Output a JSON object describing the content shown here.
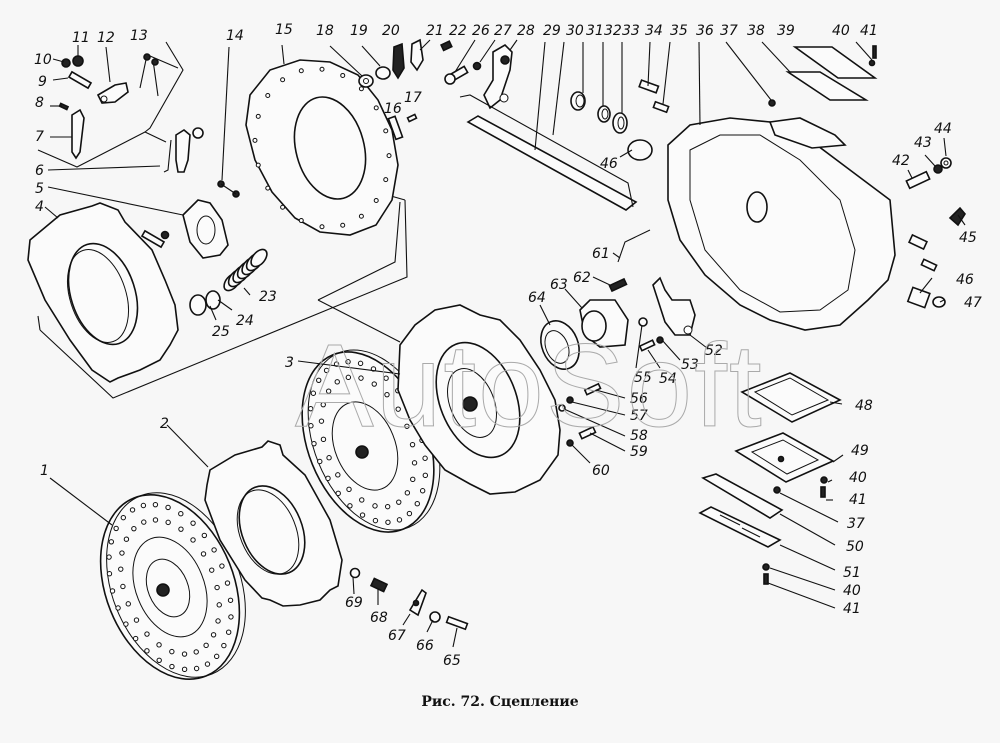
{
  "figure": {
    "caption": "Рис. 72. Сцепление",
    "watermark": "AutoSoft"
  },
  "callouts": [
    {
      "id": "1",
      "text": "1"
    },
    {
      "id": "2",
      "text": "2"
    },
    {
      "id": "3",
      "text": "3"
    },
    {
      "id": "4",
      "text": "4"
    },
    {
      "id": "5",
      "text": "5"
    },
    {
      "id": "6",
      "text": "6"
    },
    {
      "id": "7",
      "text": "7"
    },
    {
      "id": "8",
      "text": "8"
    },
    {
      "id": "9",
      "text": "9"
    },
    {
      "id": "10",
      "text": "10"
    },
    {
      "id": "11",
      "text": "11"
    },
    {
      "id": "12",
      "text": "12"
    },
    {
      "id": "13",
      "text": "13"
    },
    {
      "id": "14",
      "text": "14"
    },
    {
      "id": "15",
      "text": "15"
    },
    {
      "id": "16",
      "text": "16"
    },
    {
      "id": "17",
      "text": "17"
    },
    {
      "id": "18",
      "text": "18"
    },
    {
      "id": "19",
      "text": "19"
    },
    {
      "id": "20",
      "text": "20"
    },
    {
      "id": "21",
      "text": "21"
    },
    {
      "id": "22",
      "text": "22"
    },
    {
      "id": "23",
      "text": "23"
    },
    {
      "id": "24",
      "text": "24"
    },
    {
      "id": "25",
      "text": "25"
    },
    {
      "id": "26",
      "text": "26"
    },
    {
      "id": "27",
      "text": "27"
    },
    {
      "id": "28",
      "text": "28"
    },
    {
      "id": "29",
      "text": "29"
    },
    {
      "id": "30",
      "text": "30"
    },
    {
      "id": "31",
      "text": "31"
    },
    {
      "id": "32",
      "text": "32"
    },
    {
      "id": "33",
      "text": "33"
    },
    {
      "id": "34",
      "text": "34"
    },
    {
      "id": "35",
      "text": "35"
    },
    {
      "id": "36",
      "text": "36"
    },
    {
      "id": "37",
      "text": "37"
    },
    {
      "id": "38",
      "text": "38"
    },
    {
      "id": "39",
      "text": "39"
    },
    {
      "id": "40",
      "text": "40"
    },
    {
      "id": "41",
      "text": "41"
    },
    {
      "id": "42",
      "text": "42"
    },
    {
      "id": "43",
      "text": "43"
    },
    {
      "id": "44",
      "text": "44"
    },
    {
      "id": "45",
      "text": "45"
    },
    {
      "id": "46",
      "text": "46"
    },
    {
      "id": "47",
      "text": "47"
    },
    {
      "id": "48",
      "text": "48"
    },
    {
      "id": "49",
      "text": "49"
    },
    {
      "id": "50",
      "text": "50"
    },
    {
      "id": "51",
      "text": "51"
    },
    {
      "id": "52",
      "text": "52"
    },
    {
      "id": "53",
      "text": "53"
    },
    {
      "id": "54",
      "text": "54"
    },
    {
      "id": "55",
      "text": "55"
    },
    {
      "id": "56",
      "text": "56"
    },
    {
      "id": "57",
      "text": "57"
    },
    {
      "id": "58",
      "text": "58"
    },
    {
      "id": "59",
      "text": "59"
    },
    {
      "id": "60",
      "text": "60"
    },
    {
      "id": "61",
      "text": "61"
    },
    {
      "id": "62",
      "text": "62"
    },
    {
      "id": "63",
      "text": "63"
    },
    {
      "id": "64",
      "text": "64"
    },
    {
      "id": "65",
      "text": "65"
    },
    {
      "id": "66",
      "text": "66"
    },
    {
      "id": "67",
      "text": "67"
    },
    {
      "id": "68",
      "text": "68"
    },
    {
      "id": "69",
      "text": "69"
    }
  ]
}
